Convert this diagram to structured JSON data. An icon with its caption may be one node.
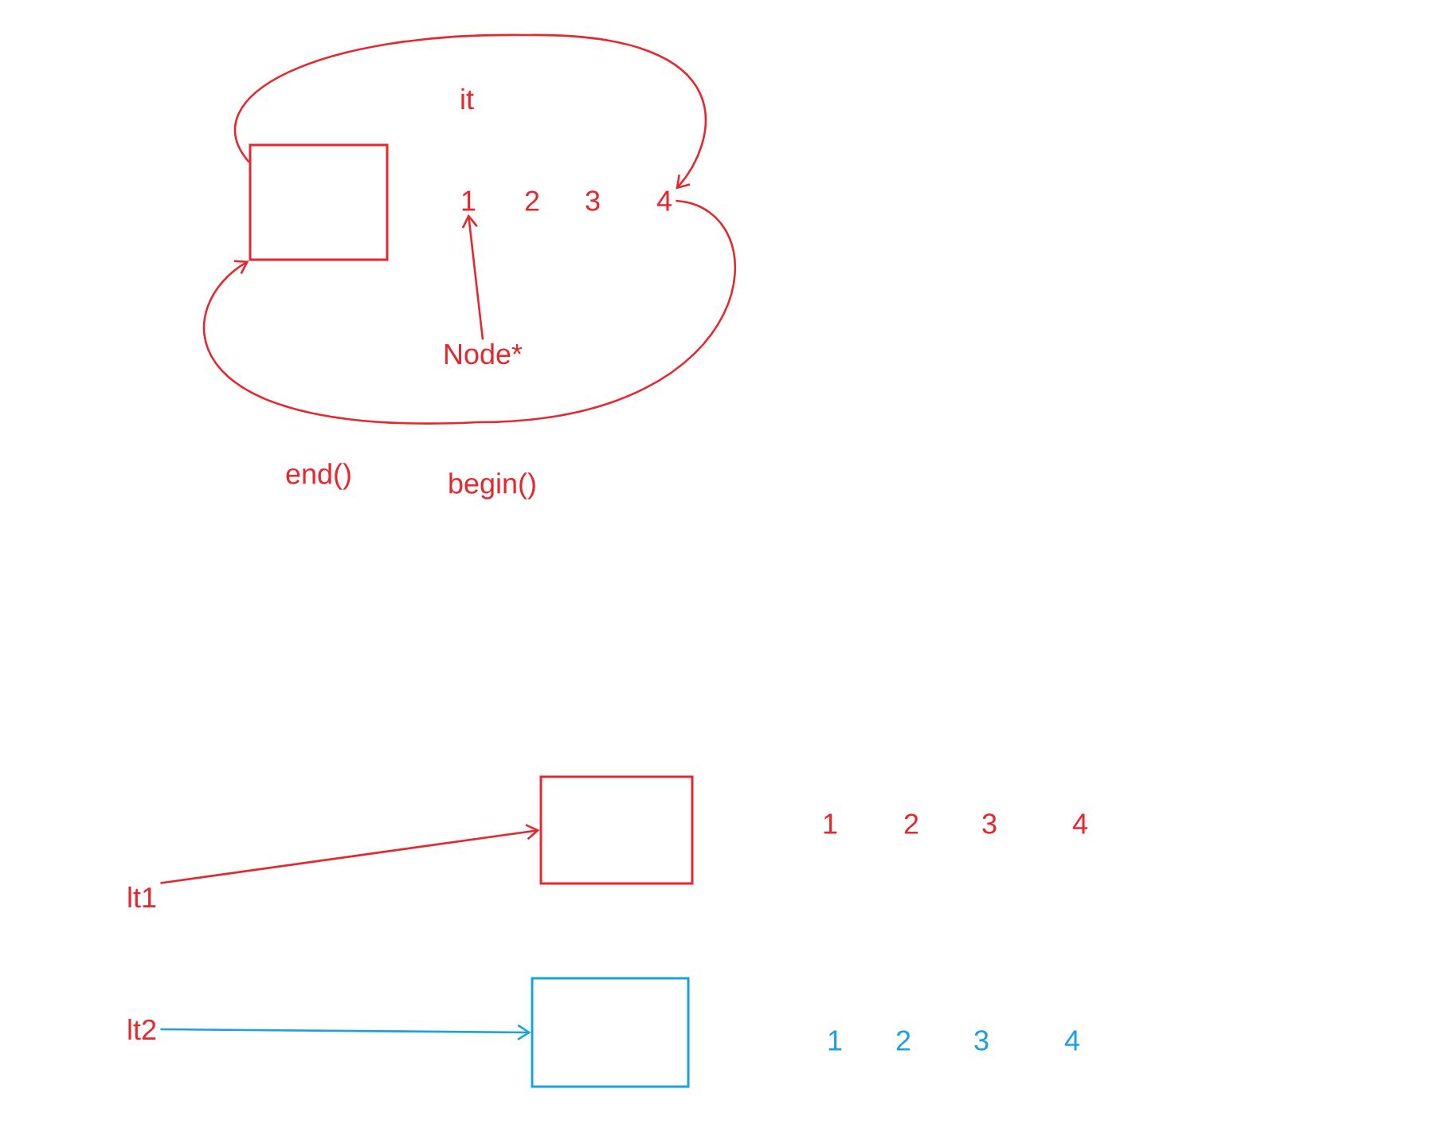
{
  "diagram": {
    "nodes": [
      {
        "text": [],
        "shape": "box"
      },
      {
        "text": [
          "1"
        ]
      },
      {
        "text": [
          "4"
        ]
      },
      {
        "text": [
          "Node*"
        ]
      },
      {
        "text": [],
        "shape": "box"
      },
      {
        "text": [
          "lt1"
        ]
      },
      {
        "text": [],
        "shape": "box"
      },
      {
        "text": [
          "lt2"
        ]
      }
    ],
    "edges": [
      {
        "from": 3,
        "to": 1,
        "arrow": "to"
      },
      {
        "from": 0,
        "to": 2,
        "arrow": "to"
      },
      {
        "from": 2,
        "to": 0,
        "arrow": "to"
      },
      {
        "from": 5,
        "to": 4,
        "arrow": "to"
      },
      {
        "from": 7,
        "to": 6,
        "arrow": "to",
        "color": "#1ba1e2"
      }
    ],
    "labels": [
      "it",
      "2",
      "3",
      "end()",
      "begin()",
      "1",
      "2",
      "3",
      "4",
      "1",
      "2",
      "3",
      "4"
    ]
  }
}
